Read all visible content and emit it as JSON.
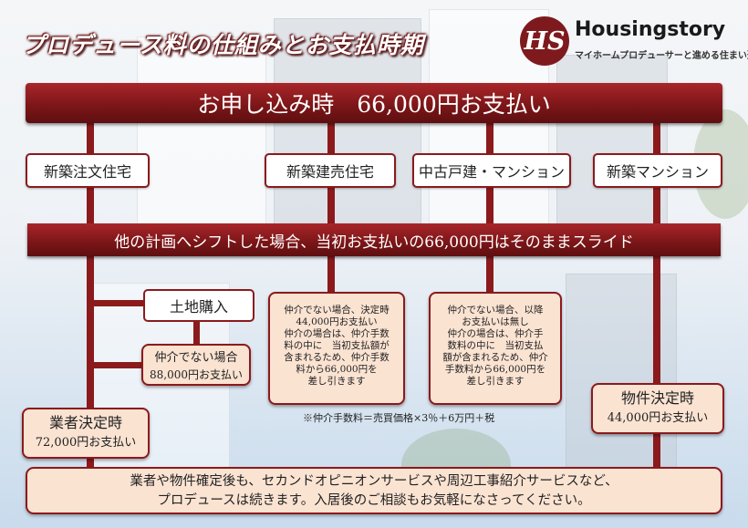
{
  "title": "プロデュース料の仕組みとお支払時期",
  "logo": {
    "mark": "HS",
    "name": "Housingstory",
    "tagline": "マイホームプロデューサーと進める住まい選び"
  },
  "top_banner": "お申し込み時　66,000円お支払い",
  "categories": [
    "新築注文住宅",
    "新築建売住宅",
    "中古戸建・マンション",
    "新築マンション"
  ],
  "slide_banner": "他の計画へシフトした場合、当初お支払いの66,000円はそのままスライド",
  "land_purchase": "土地購入",
  "non_broker_custom": {
    "line1": "仲介でない場合",
    "line2": "88,000円お支払い"
  },
  "vendor_decision": {
    "line1": "業者決定時",
    "line2": "72,000円お支払い"
  },
  "note_new_built": [
    "仲介でない場合、決定時",
    "44,000円お支払い",
    "仲介の場合は、仲介手数",
    "料の中に　当初支払額が",
    "含まれるため、仲介手数",
    "料から66,000円を",
    "差し引きます"
  ],
  "note_used": [
    "仲介でない場合、以降",
    "お支払いは無し",
    "仲介の場合は、仲介手",
    "数料の中に　当初支払",
    "額が含まれるため、仲介",
    "手数料から66,000円を",
    "差し引きます"
  ],
  "fee_note": "※仲介手数料＝売買価格×3％＋6万円＋税",
  "property_decision": {
    "line1": "物件決定時",
    "line2": "44,000円お支払い"
  },
  "footer": [
    "業者や物件確定後も、セカンドオピニオンサービスや周辺工事紹介サービスなど、",
    "プロデュースは続きます。入居後のご相談もお気軽になさってください。"
  ],
  "colors": {
    "primary": "#8b1a1d",
    "box_fill": "#fbe3d2",
    "text": "#222222"
  }
}
